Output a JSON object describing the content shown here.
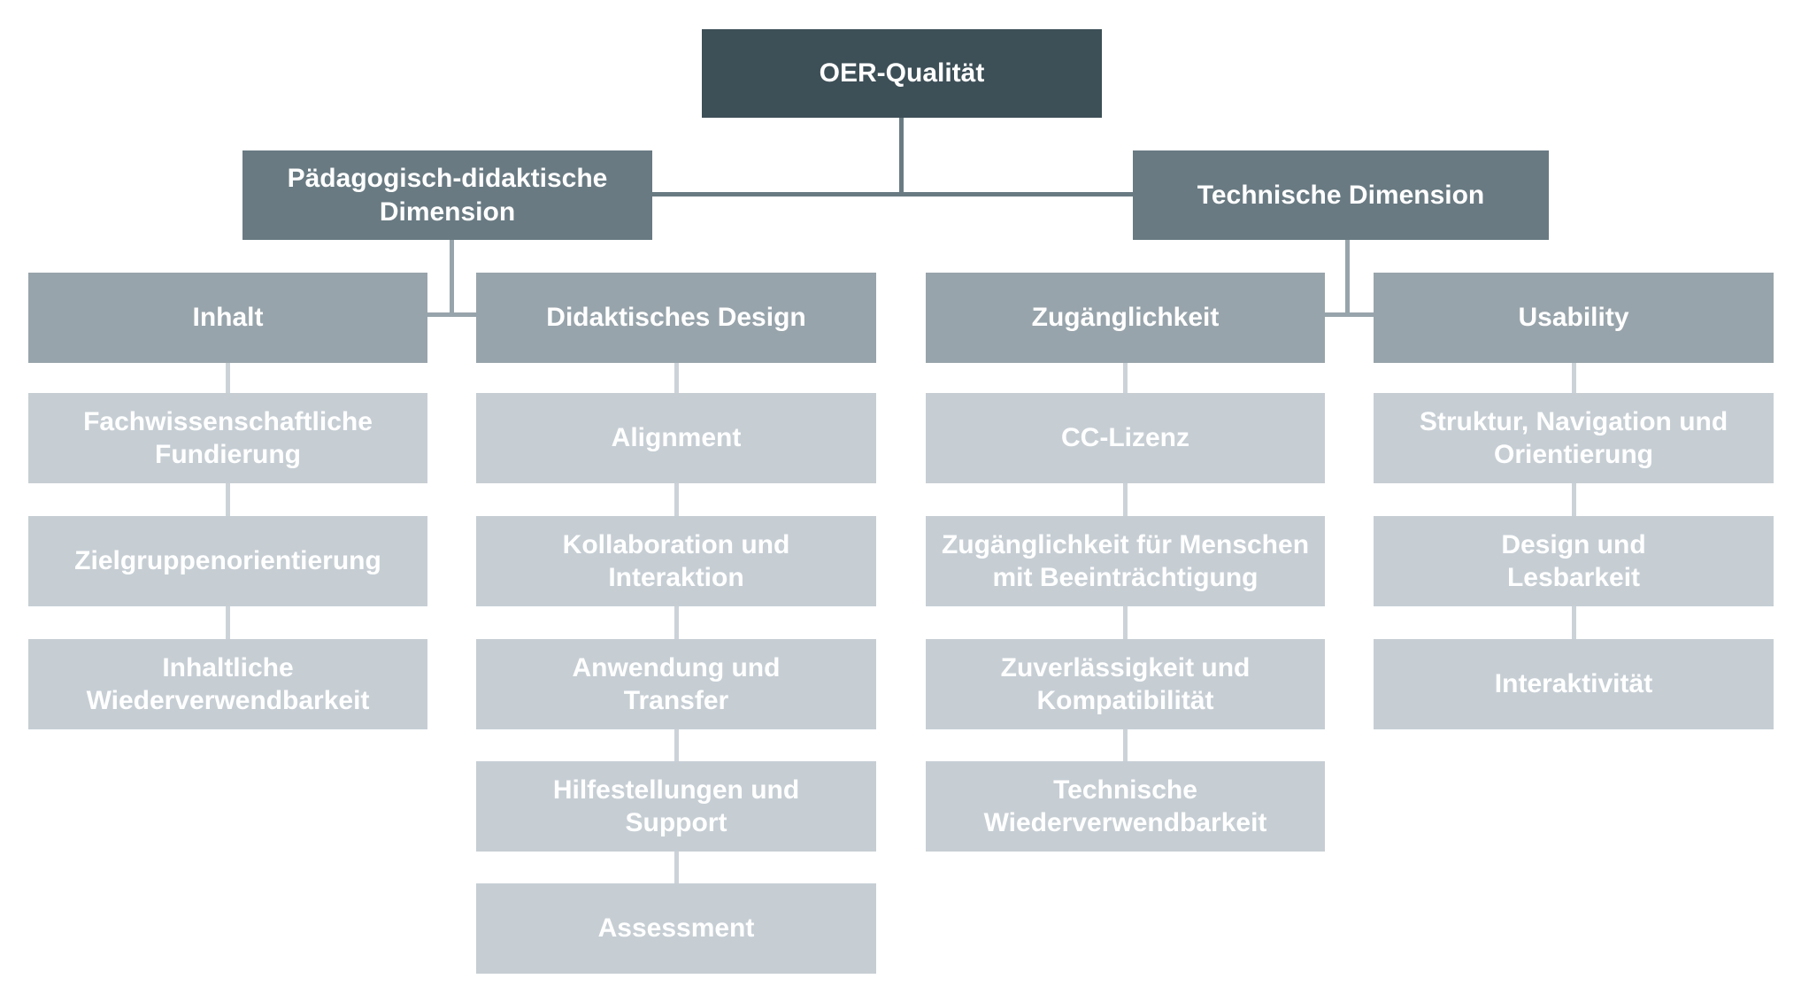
{
  "palette": {
    "level1_fill": "#3d4f57",
    "level2_fill": "#697a82",
    "level3_fill": "#98a4ab",
    "level4_fill": "#c6ced4",
    "connector_dark": "#697a82",
    "connector_mid": "#98a4ab",
    "connector_light": "#ccd3d8",
    "text_color": "#ffffff",
    "background": "#ffffff"
  },
  "tree": {
    "root": {
      "label": "OER-Qualität"
    },
    "branches": [
      {
        "label": "Pädagogisch-didaktische\nDimension",
        "groups": [
          {
            "label": "Inhalt",
            "children": [
              "Fachwissenschaftliche\nFundierung",
              "Zielgruppenorientierung",
              "Inhaltliche\nWiederverwendbarkeit"
            ]
          },
          {
            "label": "Didaktisches Design",
            "children": [
              "Alignment",
              "Kollaboration und\nInteraktion",
              "Anwendung und\nTransfer",
              "Hilfestellungen und\nSupport",
              "Assessment"
            ]
          }
        ]
      },
      {
        "label": "Technische Dimension",
        "groups": [
          {
            "label": "Zugänglichkeit",
            "children": [
              "CC-Lizenz",
              "Zugänglichkeit für Menschen\nmit Beeinträchtigung",
              "Zuverlässigkeit und\nKompatibilität",
              "Technische\nWiederverwendbarkeit"
            ]
          },
          {
            "label": "Usability",
            "children": [
              "Struktur, Navigation und\nOrientierung",
              "Design und\nLesbarkeit",
              "Interaktivität"
            ]
          }
        ]
      }
    ]
  }
}
